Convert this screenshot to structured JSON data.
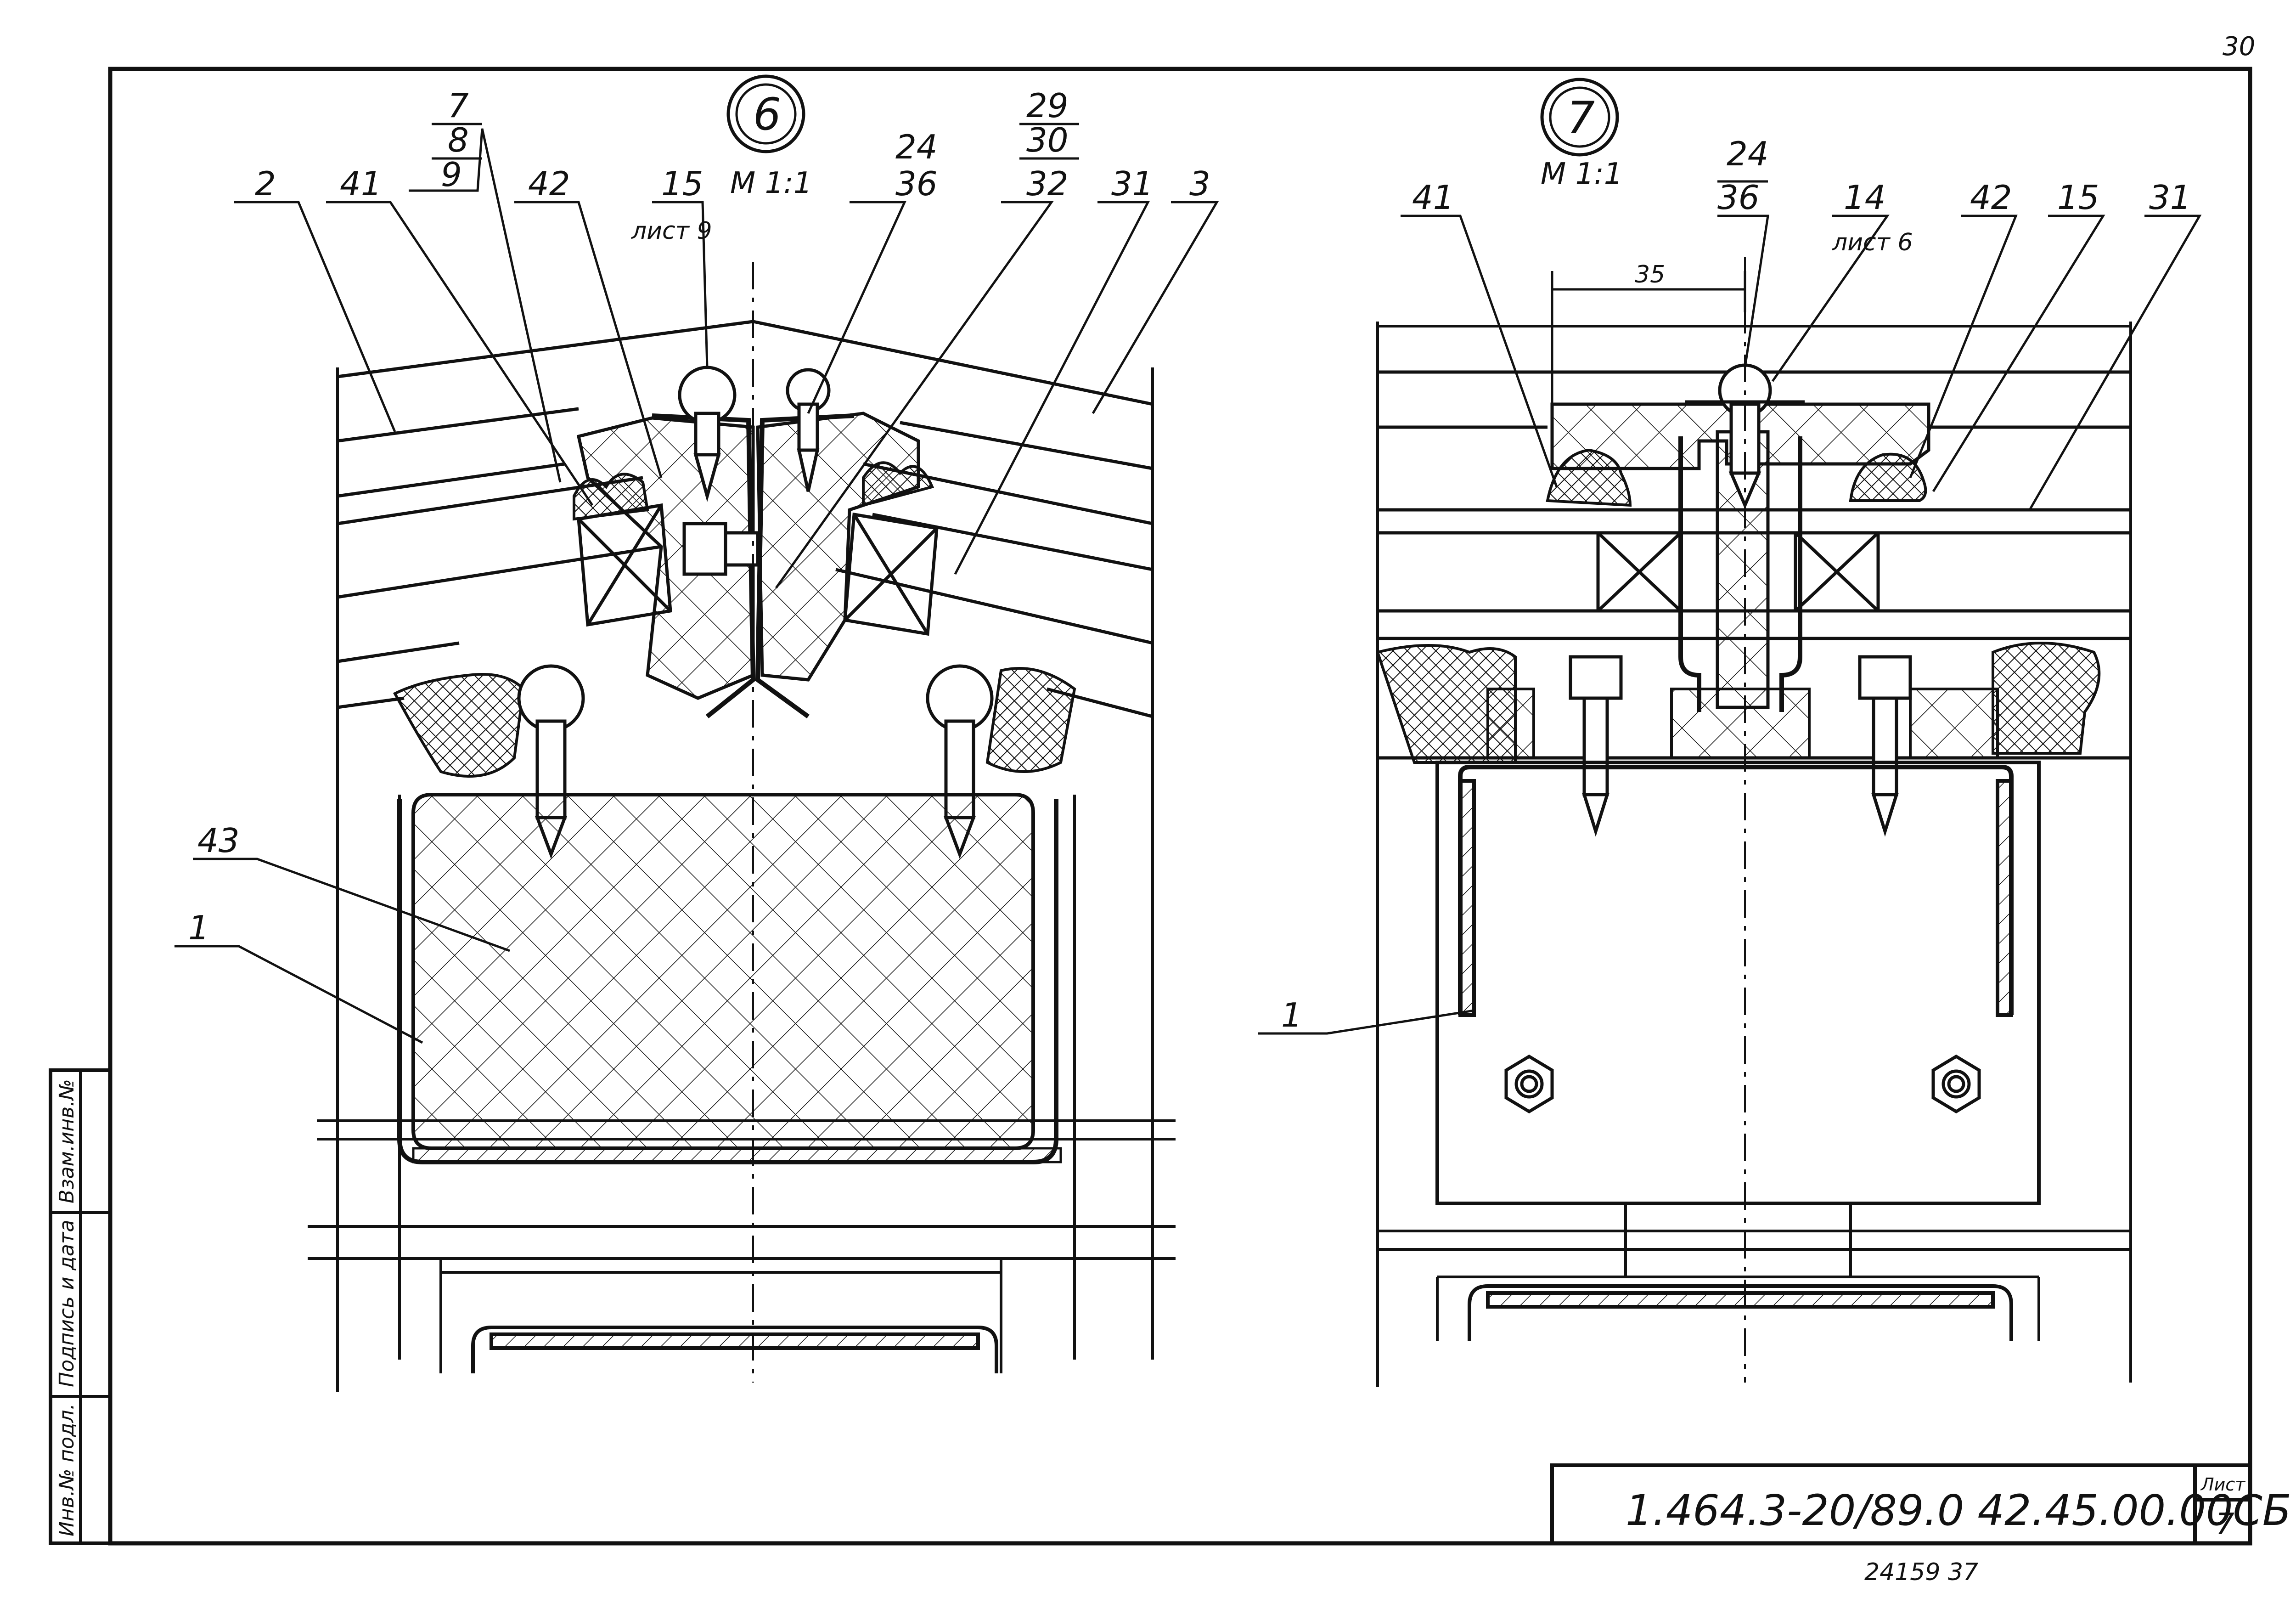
{
  "corner_mark": "30",
  "detail_6": {
    "callout": "6",
    "scale": "M 1:1",
    "labels": {
      "l2": "2",
      "l41": "41",
      "l7": "7",
      "l8": "8",
      "l9": "9",
      "l42": "42",
      "l15": "15",
      "sheet_ref": "лист 9",
      "l24": "24",
      "l36": "36",
      "l29": "29",
      "l30": "30",
      "l32": "32",
      "l31": "31",
      "l3": "3",
      "l43": "43",
      "l1": "1"
    }
  },
  "detail_7": {
    "callout": "7",
    "scale": "M 1:1",
    "labels": {
      "l41": "41",
      "dim35": "35",
      "l24": "24",
      "l36": "36",
      "l14": "14",
      "sheet_ref": "лист 6",
      "l42": "42",
      "l15": "15",
      "l31": "31",
      "l1": "1"
    }
  },
  "side_stamp": {
    "inv_no": "Инв.№ подл.",
    "sign_date": "Подпись и дата",
    "replace_inv": "Взам.инв.№"
  },
  "title_block": {
    "designation": "1.464.3-20/89.0  42.45.00.00СБ",
    "sheet_label": "Лист",
    "sheet_no": "7"
  },
  "footer_code": "24159   37"
}
